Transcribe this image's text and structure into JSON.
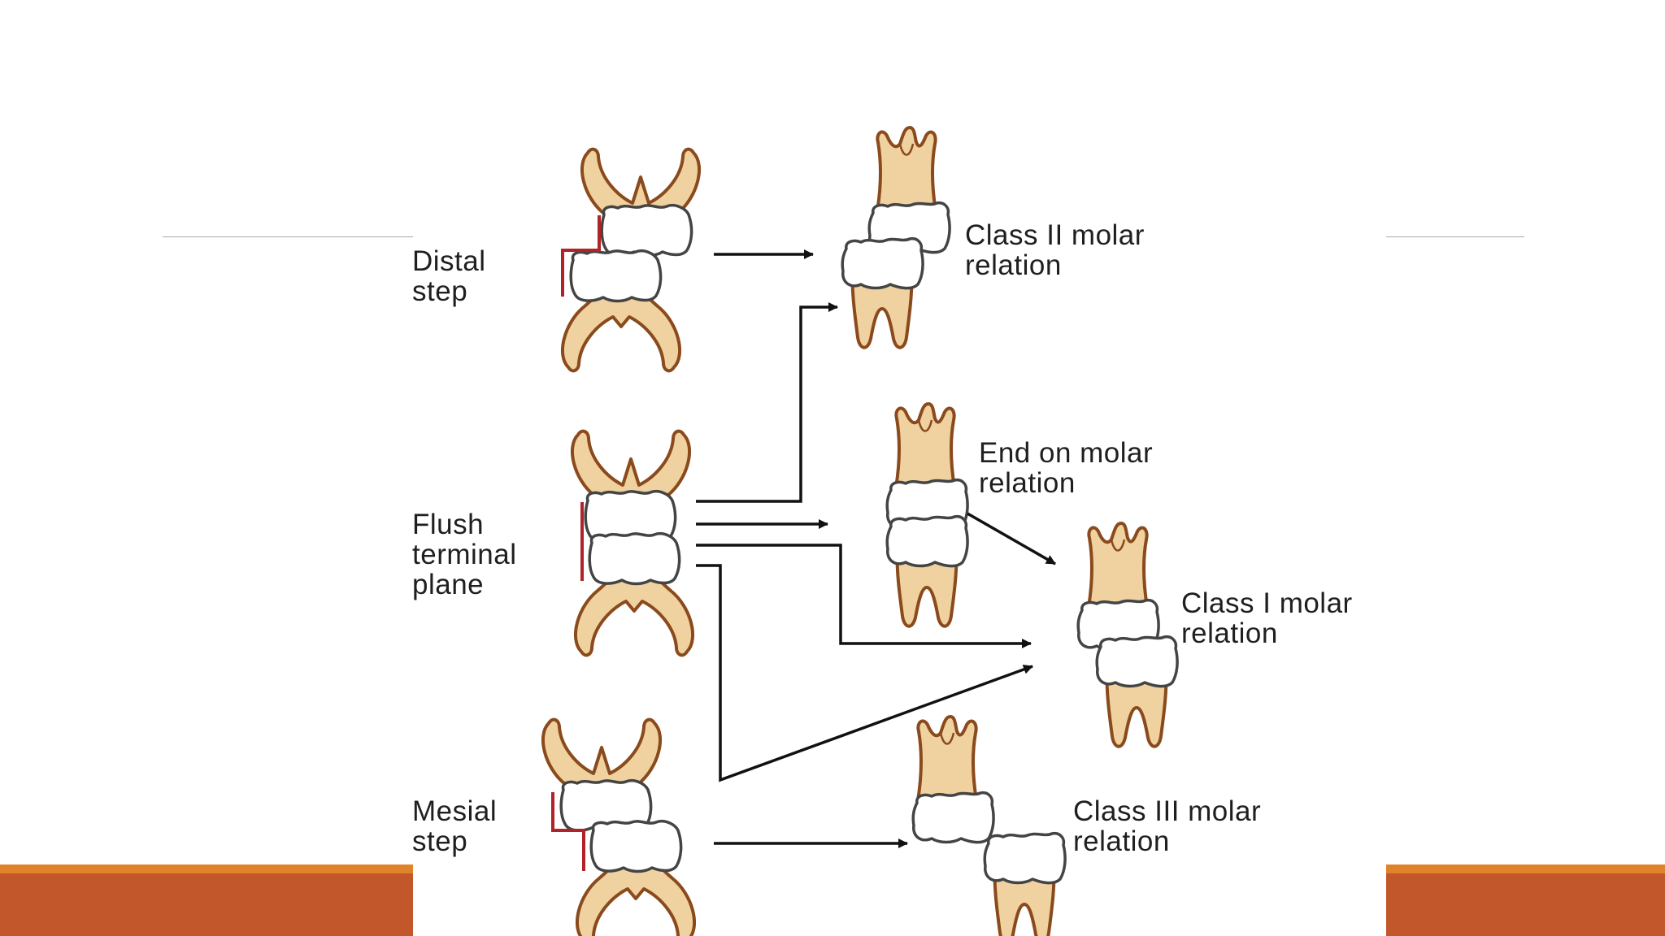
{
  "slide": {
    "colors": {
      "band_orange": "#e0822a",
      "band_rust": "#c1572b",
      "rule": "#a8a8a8",
      "tooth_fill": "#f0d1a0",
      "tooth_edge": "#8a4a1c",
      "plane_line": "#b02328"
    }
  },
  "labels": {
    "distal_step": [
      "Distal",
      "step"
    ],
    "flush_terminal_plane": [
      "Flush",
      "terminal",
      "plane"
    ],
    "mesial_step": [
      "Mesial",
      "step"
    ],
    "class2": [
      "Class II molar",
      "relation"
    ],
    "end_on": [
      "End on molar",
      "relation"
    ],
    "class1": [
      "Class I molar",
      "relation"
    ],
    "class3": [
      "Class III molar",
      "relation"
    ]
  }
}
